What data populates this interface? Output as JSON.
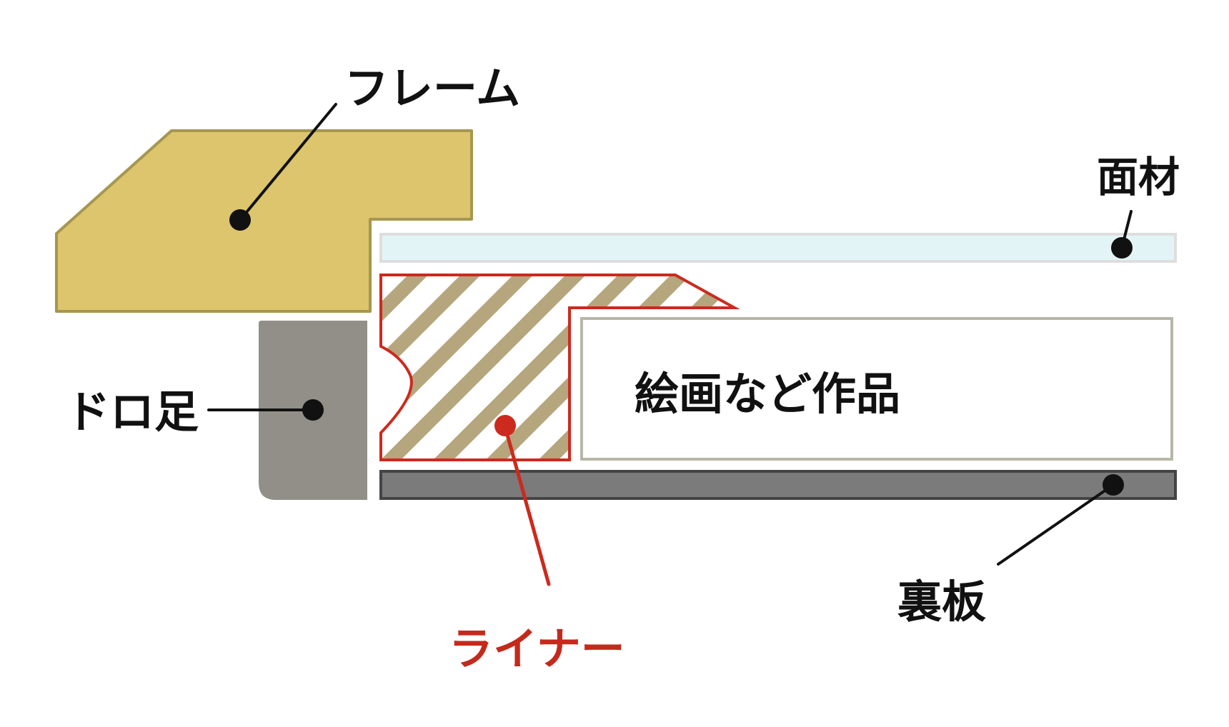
{
  "labels": {
    "frame": "フレーム",
    "glazing": "面材",
    "dorofoot": "ドロ足",
    "artwork": "絵画など作品",
    "liner": "ライナー",
    "backboard": "裏板"
  },
  "colors": {
    "frame_fill": "#dcc56c",
    "frame_stroke": "#a69650",
    "glazing_fill": "#e3f4f7",
    "glazing_stroke": "#dedede",
    "dorofoot_fill": "#918f88",
    "liner_hatch": "#b5a67e",
    "liner_stroke": "#cc2a1e",
    "artwork_stroke": "#b8b6a8",
    "backboard_fill": "#7b7b7b",
    "backboard_stroke": "#444444",
    "label_text": "#111111",
    "liner_text": "#c42a1c"
  }
}
